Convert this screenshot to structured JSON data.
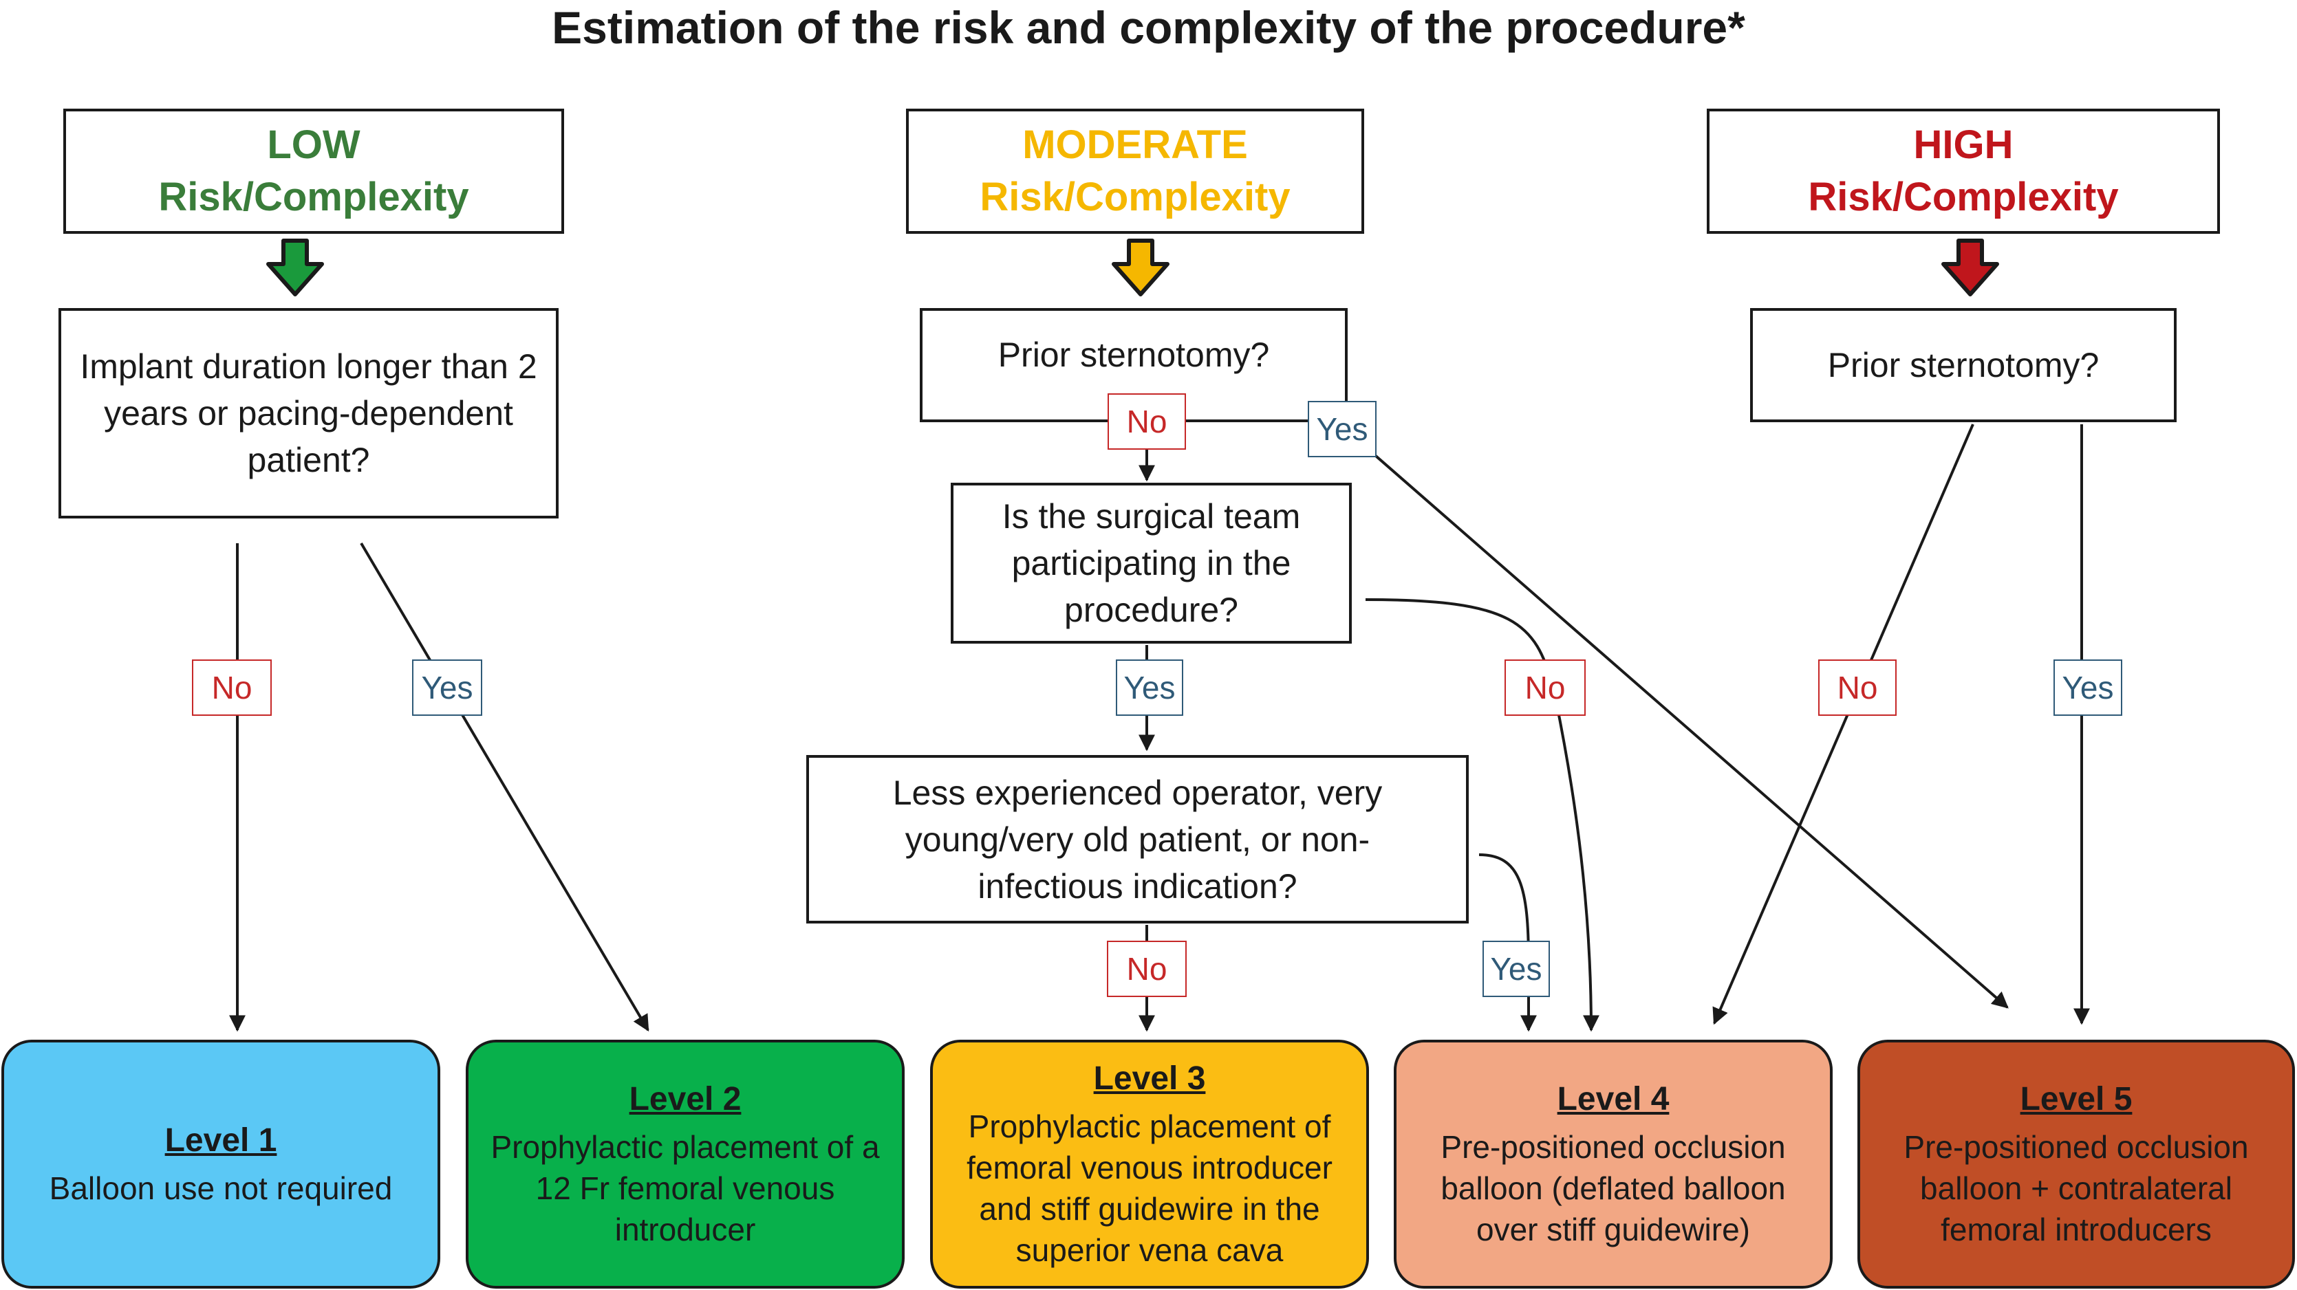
{
  "title": "Estimation of the risk and complexity of the procedure*",
  "columns": {
    "low": {
      "line1": "LOW",
      "line2": "Risk/Complexity",
      "color": "#3a7d3a",
      "arrow_color": "#1a9a3c"
    },
    "moderate": {
      "line1": "MODERATE",
      "line2": "Risk/Complexity",
      "color": "#f5b700",
      "arrow_color": "#f5b700"
    },
    "high": {
      "line1": "HIGH",
      "line2": "Risk/Complexity",
      "color": "#c0161c",
      "arrow_color": "#c0161c"
    }
  },
  "questions": {
    "implant": "Implant duration longer than 2 years or pacing-dependent patient?",
    "sternotomy_moderate": "Prior sternotomy?",
    "surgical_team": "Is the surgical team participating in the procedure?",
    "less_experienced": "Less experienced operator, very young/very old patient, or non-infectious indication?",
    "sternotomy_high": "Prior sternotomy?"
  },
  "labels": {
    "no": "No",
    "yes": "Yes"
  },
  "levels": [
    {
      "title": "Level 1",
      "text": "Balloon use not required",
      "color": "#5bc8f5"
    },
    {
      "title": "Level 2",
      "text": "Prophylactic placement of a 12 Fr femoral venous introducer",
      "color": "#08b04b"
    },
    {
      "title": "Level 3",
      "text": "Prophylactic placement of femoral venous introducer and stiff guidewire in the superior vena cava",
      "color": "#fbbd13"
    },
    {
      "title": "Level 4",
      "text": "Pre-positioned occlusion balloon (deflated balloon over stiff guidewire)",
      "color": "#f2a784"
    },
    {
      "title": "Level 5",
      "text": "Pre-positioned occlusion balloon + contralateral femoral introducers",
      "color": "#c04e26"
    }
  ]
}
